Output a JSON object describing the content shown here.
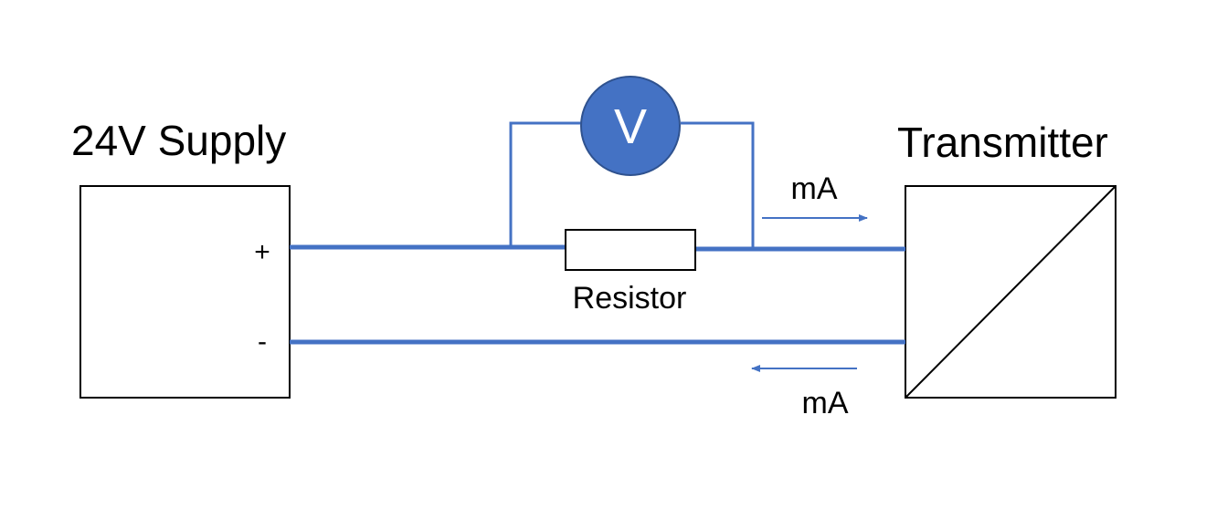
{
  "labels": {
    "supply_title": "24V Supply",
    "transmitter_title": "Transmitter",
    "plus": "+",
    "minus": "-",
    "resistor": "Resistor",
    "meter_symbol": "V",
    "current_top": "mA",
    "current_bottom": "mA"
  },
  "colors": {
    "wire": "#4472C4",
    "meter_fill": "#4472C4",
    "meter_text": "#ffffff",
    "outline": "#000000"
  }
}
